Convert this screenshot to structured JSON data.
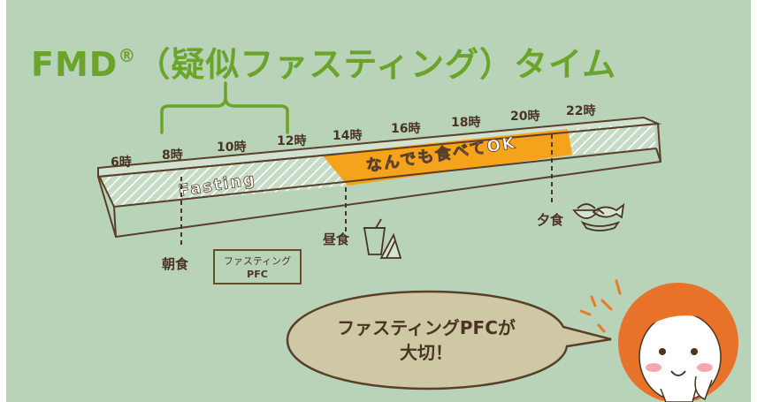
{
  "title": {
    "main": "FMD",
    "reg": "®",
    "rest": "（疑似ファスティング）タイム"
  },
  "hours": [
    "6時",
    "8時",
    "10時",
    "12時",
    "14時",
    "16時",
    "18時",
    "20時",
    "22時"
  ],
  "bar": {
    "fasting_label": "Fasting",
    "eat_label": "なんでも食べてOK"
  },
  "meals": {
    "breakfast": "朝食",
    "lunch": "昼食",
    "dinner": "夕食"
  },
  "pfc_box": {
    "line1": "ファスティング",
    "line2": "PFC"
  },
  "bubble": {
    "line1": "ファスティングPFCが",
    "line2": "大切！"
  },
  "colors": {
    "background": "#b8d3b8",
    "title_green": "#6ba42a",
    "eat_orange": "#f5a31a",
    "outline_brown": "#5a3f2a"
  }
}
